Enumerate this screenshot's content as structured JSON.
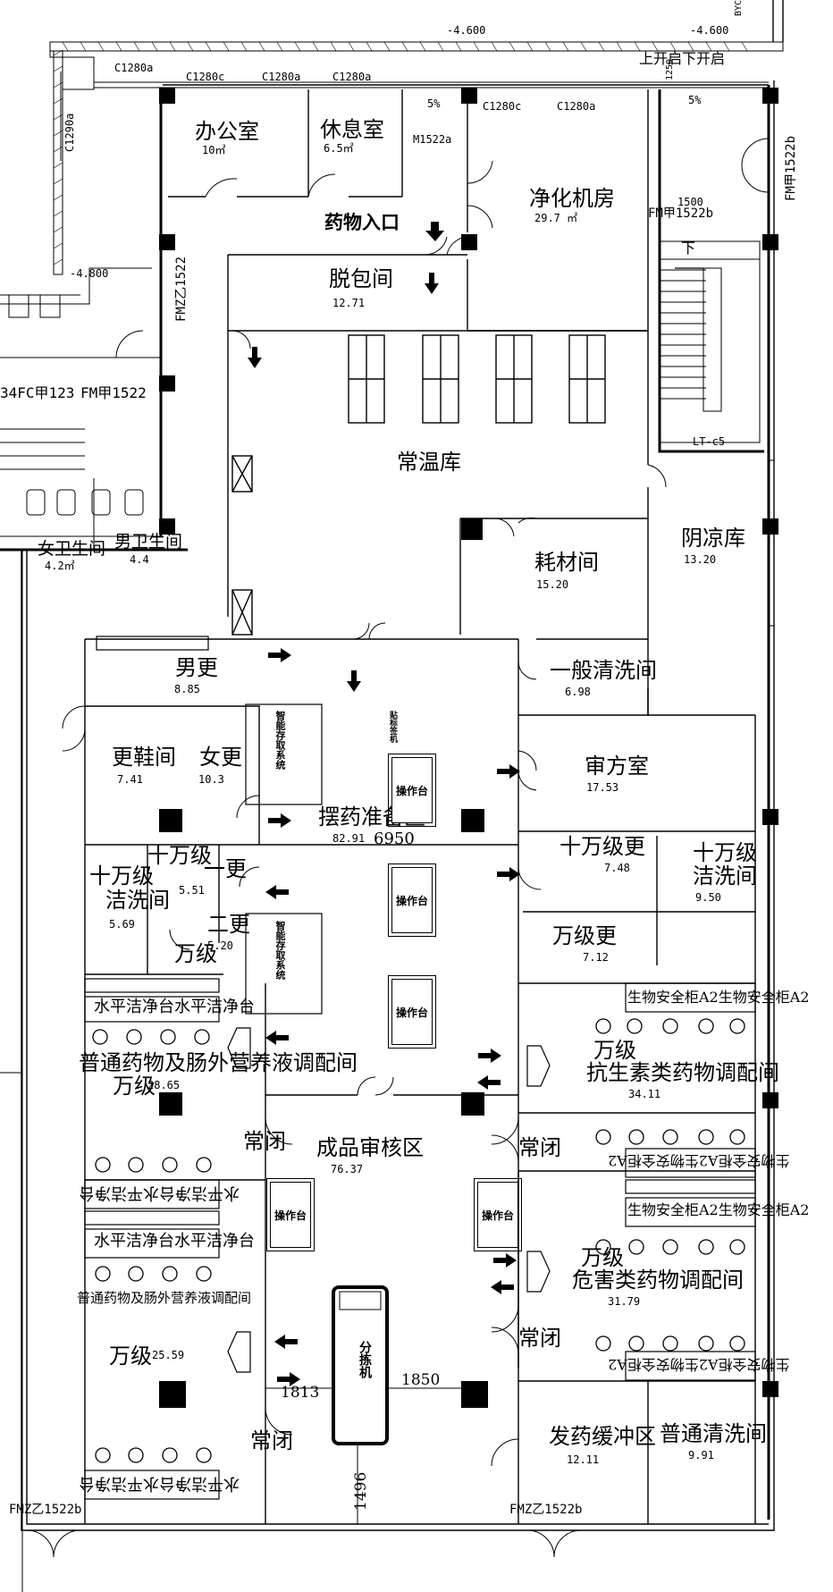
{
  "rooms": {
    "office": {
      "name": "办公室",
      "area": "10㎡"
    },
    "rest": {
      "name": "休息室",
      "area": "6.5㎡"
    },
    "purify": {
      "name": "净化机房",
      "area": "29.7 ㎡"
    },
    "drug_entry": {
      "name": "药物入口"
    },
    "unpack": {
      "name": "脱包间",
      "area": "12.71"
    },
    "normal_store": {
      "name": "常温库"
    },
    "consumables": {
      "name": "耗材间",
      "area": "15.20"
    },
    "cool_store": {
      "name": "阴凉库",
      "area": "13.20"
    },
    "women_wc": {
      "name": "女卫生间",
      "area": "4.2㎡"
    },
    "men_wc": {
      "name": "男卫生间",
      "area": "4.4"
    },
    "men_change": {
      "name": "男更",
      "area": "8.85"
    },
    "shoe_change": {
      "name": "更鞋间",
      "area": "7.41"
    },
    "women_change": {
      "name": "女更",
      "area": "10.3"
    },
    "general_wash": {
      "name": "一般清洗间",
      "area": "6.98"
    },
    "prescription": {
      "name": "审方室",
      "area": "17.53"
    },
    "prep": {
      "name": "摆药准备区",
      "area": "82.91"
    },
    "c100k_change": {
      "name": "十万级",
      "name2": "一更",
      "area": "5.51"
    },
    "c100k_wash_l": {
      "name": "十万级",
      "name2": "洁洗间",
      "area": "5.69"
    },
    "c10k_change2": {
      "name": "二更",
      "name2": "万级",
      "area": "5.20"
    },
    "c100k_change_r": {
      "name": "十万级更",
      "area": "7.48"
    },
    "c100k_wash_r": {
      "name": "十万级",
      "name2": "洁洗间",
      "area": "9.50"
    },
    "c10k_change_r": {
      "name": "万级更",
      "area": "7.12"
    },
    "general_tpn1": {
      "name": "普通药物及肠外营养液调配间",
      "grade": "万级",
      "area": "28.65"
    },
    "antibiotic": {
      "name": "万级",
      "name2": "抗生素类药物调配间",
      "area": "34.11"
    },
    "review": {
      "name": "成品审核区",
      "area": "76.37"
    },
    "hazardous": {
      "name": "万级",
      "name2": "危害类药物调配间",
      "area": "31.79"
    },
    "general_tpn2": {
      "name": "普通药物及肠外营养液调配间",
      "grade": "万级",
      "area": "25.59"
    },
    "dispense_buffer": {
      "name": "发药缓冲区",
      "area": "12.11"
    },
    "general_clean": {
      "name": "普通清洗间",
      "area": "9.91"
    }
  },
  "equipment": {
    "bench": "操作台",
    "smart_storage": "智能存取系统",
    "label_printer": "贴标签机",
    "sorter": "分拣机",
    "laminar_bench": "水平洁净台",
    "bio_cabinet": "生物安全柜A2",
    "normally_closed": "常闭",
    "stair_down": "下",
    "lift": "LT-c5"
  },
  "codes": {
    "c1280a": "C1280a",
    "c1280c": "C1280c",
    "c1290a": "C1290a",
    "m1522a": "M1522a",
    "fm_jia_1522b": "FM甲1522b",
    "fm_jia_1522": "FM甲1522",
    "fm_yi_1522": "FMZ乙1522",
    "fm_yi_1522b": "FMZ乙1522b",
    "fc": "34FC甲123",
    "level_a": "-4.600",
    "level_b": "-4.800",
    "slope": "5%",
    "upper_open": "上开启下开启",
    "byc": "BYC",
    "dim_1500": "1500",
    "dim_1250": "1250",
    "dim_6950": "6950",
    "dim_1813": "1813",
    "dim_1850": "1850",
    "dim_1496": "1496"
  }
}
